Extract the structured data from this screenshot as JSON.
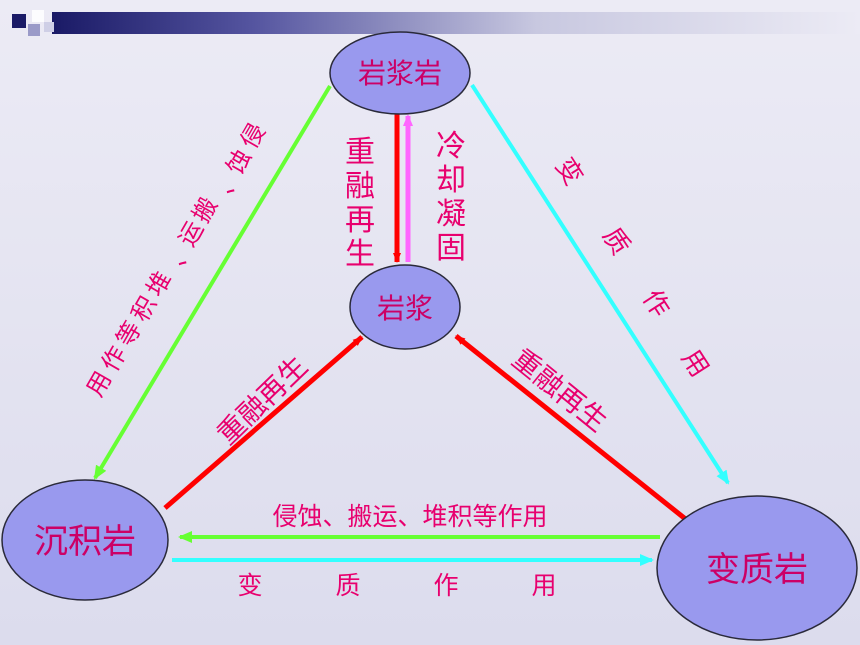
{
  "nodes": {
    "magmatic_rock": "岩浆岩",
    "magma": "岩浆",
    "sedimentary_rock": "沉积岩",
    "metamorphic_rock": "变质岩"
  },
  "edges": {
    "left_diagonal": [
      "侵",
      "蚀",
      "、",
      "搬",
      "运",
      "、",
      "堆",
      "积",
      "等",
      "作",
      "用"
    ],
    "right_diagonal": [
      "变",
      "质",
      "作",
      "用"
    ],
    "remelt_vertical": [
      "重",
      "融",
      "再",
      "生"
    ],
    "cool_vertical": [
      "冷",
      "却",
      "凝",
      "固"
    ],
    "remelt_left": "重融再生",
    "remelt_right": "重融再生",
    "bottom_top": "侵蚀、搬运、堆积等作用",
    "bottom_lower": [
      "变",
      "质",
      "作",
      "用"
    ]
  },
  "colors": {
    "node_fill": "#9999ee",
    "node_stroke": "#2a2a3a",
    "label": "#e8006e",
    "red_arrow": "#ff0000",
    "green_arrow": "#66ff33",
    "cyan_arrow": "#33ffff",
    "pink_arrow": "#ff66ff"
  }
}
